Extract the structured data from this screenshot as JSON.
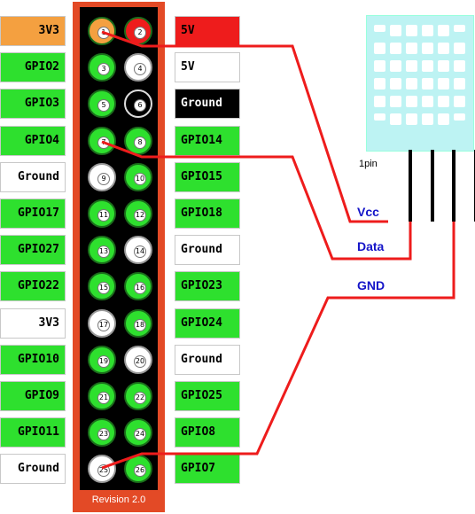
{
  "colors": {
    "power_3v3": "#f4a040",
    "power_5v": "#ee1c1c",
    "gpio": "#2ee02e",
    "ground_left": "#ffffff",
    "ground_black": "#000000",
    "board": "#e34a26",
    "wire": "#ee1c1c",
    "wire_label": "#1414c8",
    "sensor": "#bdf3f3"
  },
  "header": {
    "left_labels": [
      {
        "text": "3V3",
        "kind": "3v3"
      },
      {
        "text": "GPIO2",
        "kind": "gpio"
      },
      {
        "text": "GPIO3",
        "kind": "gpio"
      },
      {
        "text": "GPIO4",
        "kind": "gpio"
      },
      {
        "text": "Ground",
        "kind": "ground"
      },
      {
        "text": "GPIO17",
        "kind": "gpio"
      },
      {
        "text": "GPIO27",
        "kind": "gpio"
      },
      {
        "text": "GPIO22",
        "kind": "gpio"
      },
      {
        "text": "3V3",
        "kind": "ground"
      },
      {
        "text": "GPIO10",
        "kind": "gpio"
      },
      {
        "text": "GPIO9",
        "kind": "gpio"
      },
      {
        "text": "GPIO11",
        "kind": "gpio"
      },
      {
        "text": "Ground",
        "kind": "ground"
      }
    ],
    "right_labels": [
      {
        "text": "5V",
        "kind": "5v"
      },
      {
        "text": "5V",
        "kind": "ground"
      },
      {
        "text": "Ground",
        "kind": "black"
      },
      {
        "text": "GPIO14",
        "kind": "gpio"
      },
      {
        "text": "GPIO15",
        "kind": "gpio"
      },
      {
        "text": "GPIO18",
        "kind": "gpio"
      },
      {
        "text": "Ground",
        "kind": "ground"
      },
      {
        "text": "GPIO23",
        "kind": "gpio"
      },
      {
        "text": "GPIO24",
        "kind": "gpio"
      },
      {
        "text": "Ground",
        "kind": "ground"
      },
      {
        "text": "GPIO25",
        "kind": "gpio"
      },
      {
        "text": "GPIO8",
        "kind": "gpio"
      },
      {
        "text": "GPIO7",
        "kind": "gpio"
      }
    ],
    "pins_left": [
      {
        "num": "1",
        "fill": "orange"
      },
      {
        "num": "3",
        "fill": "green"
      },
      {
        "num": "5",
        "fill": "green"
      },
      {
        "num": "7",
        "fill": "green"
      },
      {
        "num": "9",
        "fill": "white"
      },
      {
        "num": "11",
        "fill": "green"
      },
      {
        "num": "13",
        "fill": "green"
      },
      {
        "num": "15",
        "fill": "green"
      },
      {
        "num": "17",
        "fill": "white"
      },
      {
        "num": "19",
        "fill": "green"
      },
      {
        "num": "21",
        "fill": "green"
      },
      {
        "num": "23",
        "fill": "green"
      },
      {
        "num": "25",
        "fill": "white"
      }
    ],
    "pins_right": [
      {
        "num": "2",
        "fill": "red"
      },
      {
        "num": "4",
        "fill": "white"
      },
      {
        "num": "6",
        "fill": "black"
      },
      {
        "num": "8",
        "fill": "green"
      },
      {
        "num": "10",
        "fill": "green"
      },
      {
        "num": "12",
        "fill": "green"
      },
      {
        "num": "14",
        "fill": "white"
      },
      {
        "num": "16",
        "fill": "green"
      },
      {
        "num": "18",
        "fill": "green"
      },
      {
        "num": "20",
        "fill": "white"
      },
      {
        "num": "22",
        "fill": "green"
      },
      {
        "num": "24",
        "fill": "green"
      },
      {
        "num": "26",
        "fill": "green"
      }
    ],
    "revision": "Revision 2.0"
  },
  "sensor": {
    "pin1_label": "1pin"
  },
  "wires": {
    "vcc_label": "Vcc",
    "data_label": "Data",
    "gnd_label": "GND"
  }
}
